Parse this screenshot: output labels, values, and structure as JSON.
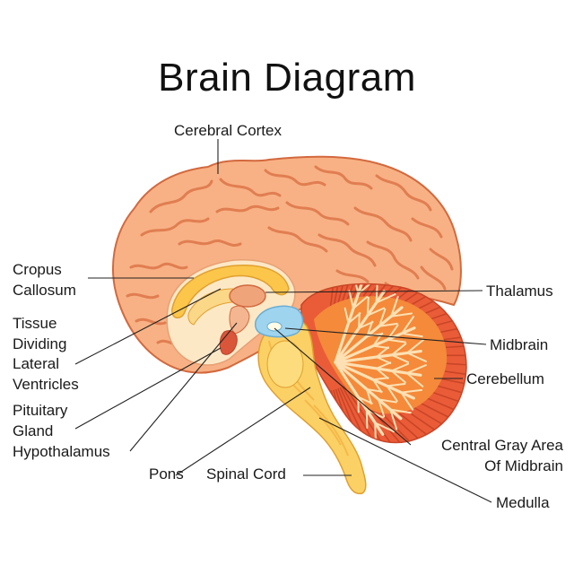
{
  "title": "Brain Diagram",
  "labels": {
    "cerebral_cortex": "Cerebral Cortex",
    "corpus_callosum": [
      "Cropus",
      "Callosum"
    ],
    "tissue": [
      "Tissue",
      "Dividing",
      "Lateral",
      "Ventricles"
    ],
    "pituitary": [
      "Pituitary",
      "Gland"
    ],
    "hypothalamus": "Hypothalamus",
    "pons": "Pons",
    "spinal_cord": "Spinal Cord",
    "thalamus": "Thalamus",
    "midbrain": "Midbrain",
    "cerebellum": "Cerebellum",
    "central_gray": [
      "Central Gray Area",
      "Of Midbrain"
    ],
    "medulla": "Medulla"
  },
  "colors": {
    "cortex_fill": "#f8b184",
    "cortex_dark": "#e07e52",
    "cortex_edge": "#d2693e",
    "inner_cream": "#fde8c6",
    "corpus_yellow": "#fbc64a",
    "brainstem_yellow": "#fbd165",
    "cerebellum_red": "#ea5c38",
    "cerebellum_orange": "#f48a3a",
    "cerebellum_tree": "#fde0b3",
    "midbrain_blue": "#9fd4ef",
    "pituitary_red": "#d9563a"
  }
}
